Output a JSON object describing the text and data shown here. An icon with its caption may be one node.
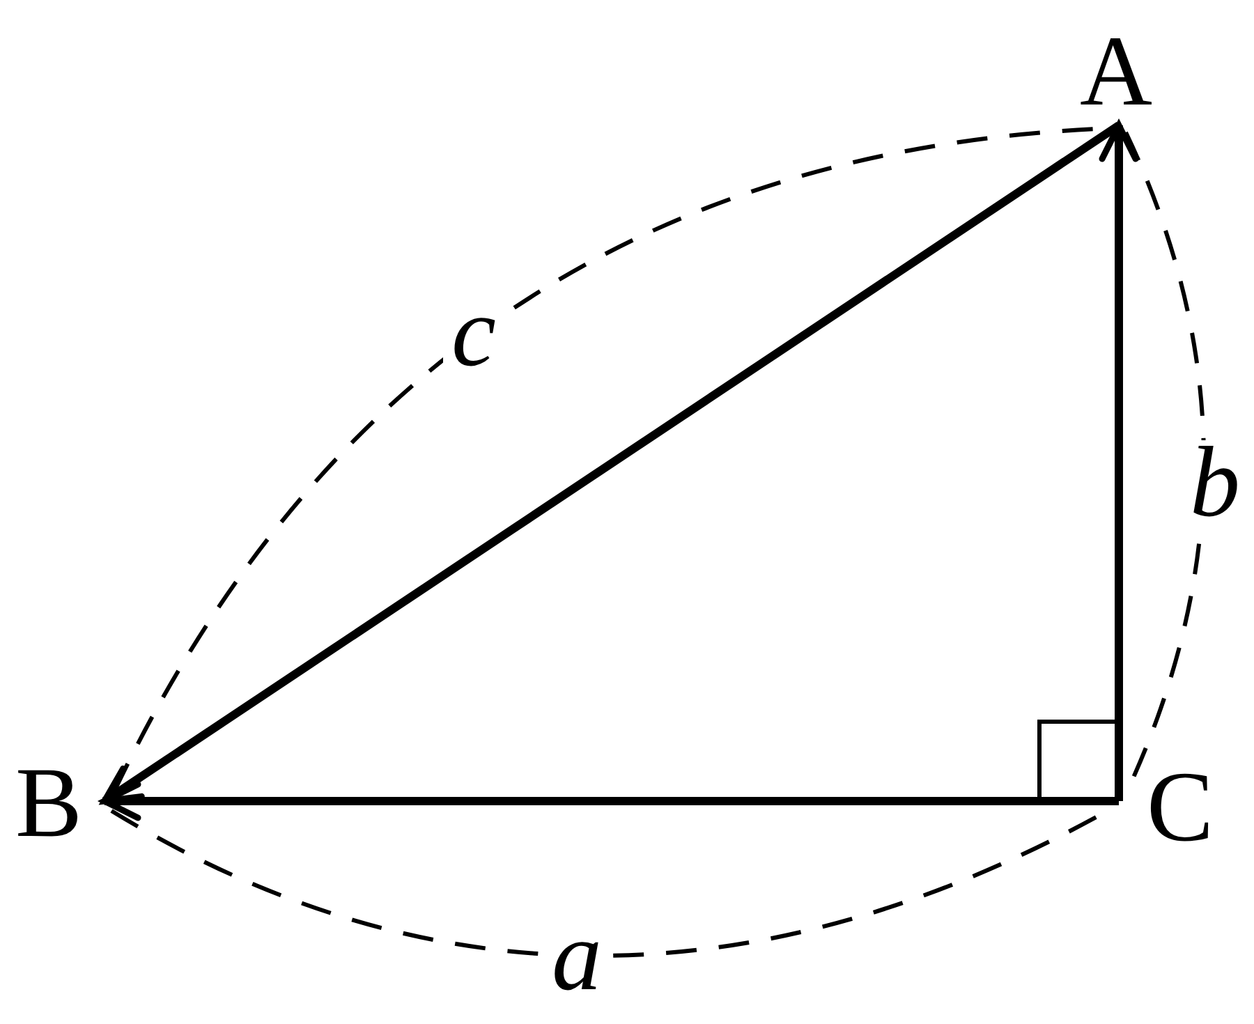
{
  "diagram": {
    "nodes": [
      {
        "text": [
          "A"
        ]
      },
      {
        "text": [
          "B"
        ]
      },
      {
        "text": [
          "C"
        ]
      }
    ],
    "edges": [
      {
        "from": 0,
        "to": 1,
        "arrow": "to"
      },
      {
        "from": 2,
        "to": 1,
        "arrow": "to"
      },
      {
        "from": 2,
        "to": 0,
        "arrow": "to"
      }
    ],
    "labels": [
      "c",
      "b",
      "a"
    ]
  }
}
